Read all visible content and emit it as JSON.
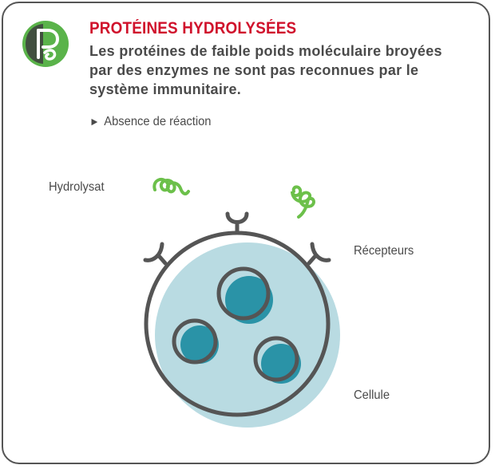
{
  "header": {
    "title": "PROTÉINES HYDROLYSÉES",
    "description": "Les protéines de faible poids moléculaire broyées par des enzymes ne sont pas reconnues par le système immunitaire.",
    "result_arrow": "►",
    "result_text": "Absence de réaction"
  },
  "labels": {
    "hydrolysat": "Hydrolysat",
    "recepteurs": "Récepteurs",
    "cellule": "Cellule"
  },
  "icons": {
    "logo": "protein-logo-icon",
    "protein_fragment": "hydrolysed-protein-coil-icon",
    "receptor": "y-shaped-receptor-icon"
  },
  "colors": {
    "accent_red": "#d0122c",
    "logo_green": "#5ab34a",
    "coil_green": "#6cc04a",
    "cell_fill": "#b9dbe2",
    "vesicle_fill": "#2a93a7",
    "outline": "#555555",
    "text": "#4a4a4a"
  }
}
